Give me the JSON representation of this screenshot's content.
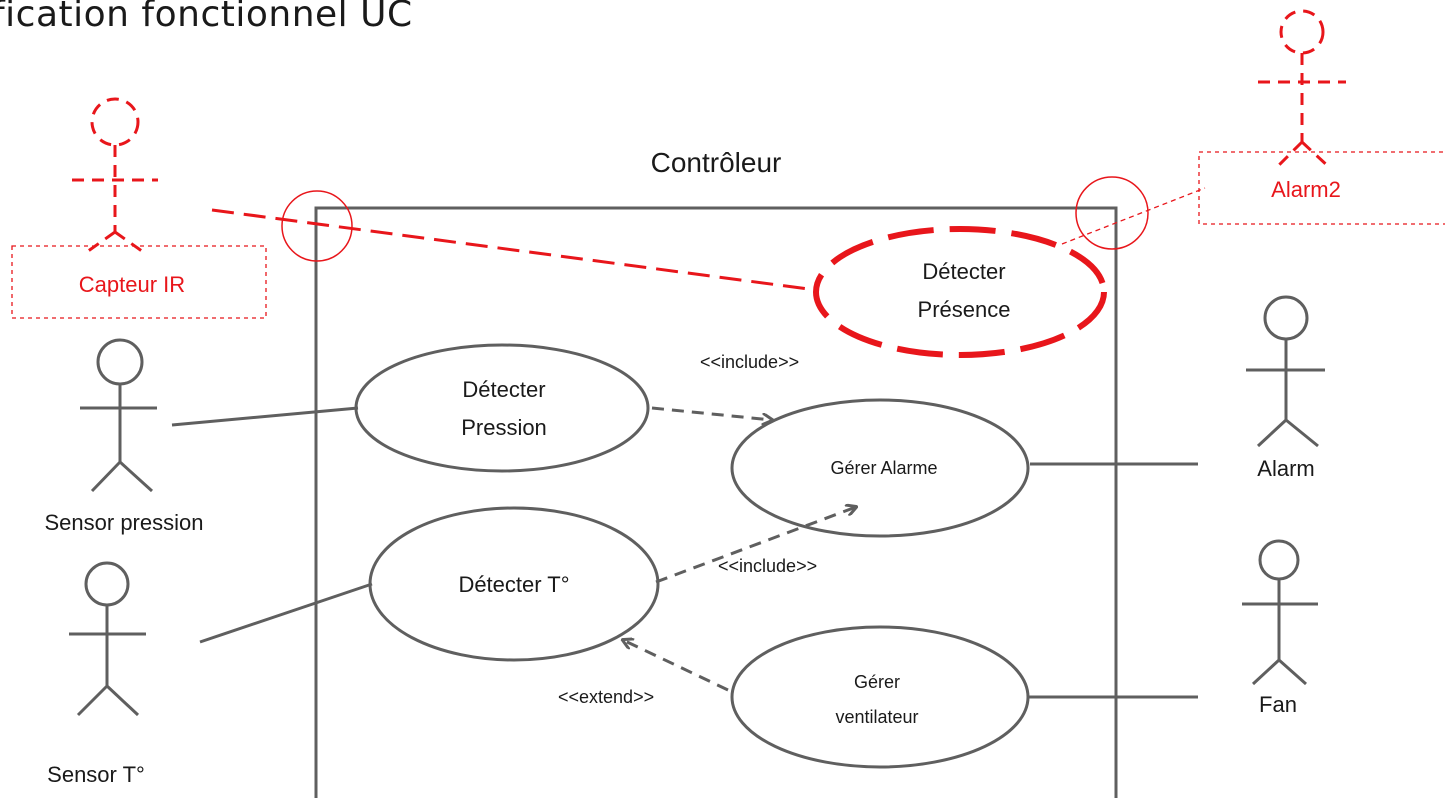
{
  "slide": {
    "title": "fication fonctionnel UC"
  },
  "system": {
    "label": "Contrôleur"
  },
  "actors": {
    "capteur_ir": "Capteur IR",
    "alarm2": "Alarm2",
    "sensor_pression": "Sensor pression",
    "sensor_temp": "Sensor T°",
    "alarm": "Alarm",
    "fan": "Fan"
  },
  "use_cases": {
    "detecter_presence": [
      "Détecter",
      "Présence"
    ],
    "detecter_pression": [
      "Détecter",
      "Pression"
    ],
    "gerer_alarme": "Gérer Alarme",
    "detecter_temp": "Détecter T°",
    "gerer_ventilateur": [
      "Gérer",
      "ventilateur"
    ]
  },
  "relations": {
    "include_1": "<<include>>",
    "include_2": "<<include>>",
    "extend": "<<extend>>"
  },
  "colors": {
    "line": "#5f5f5f",
    "annotation_red": "#e8161b"
  }
}
